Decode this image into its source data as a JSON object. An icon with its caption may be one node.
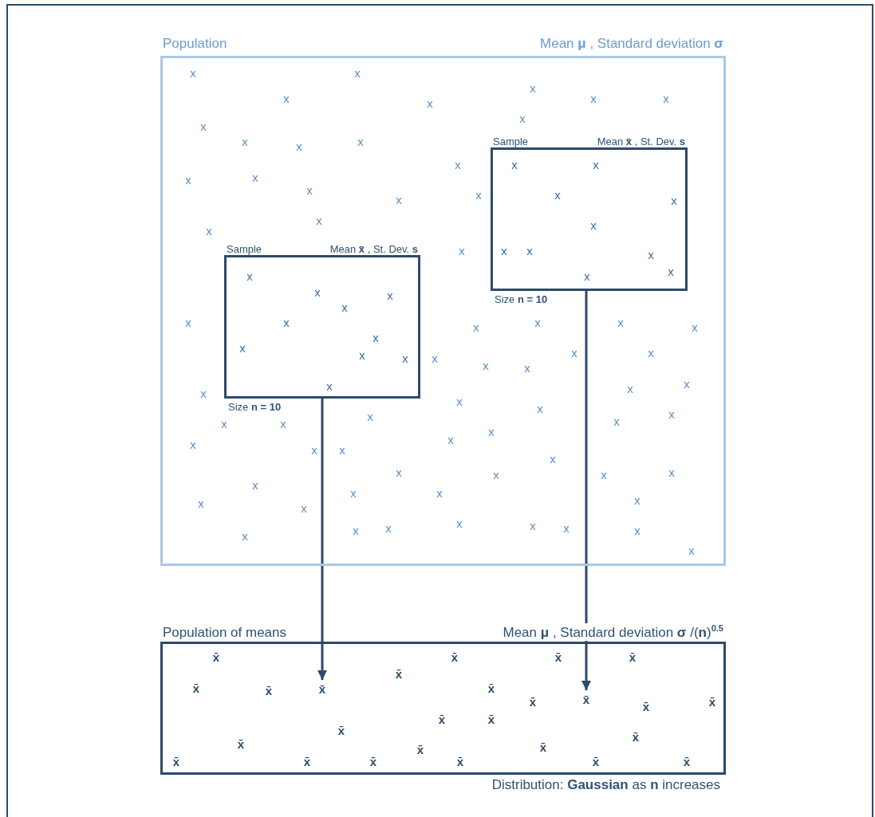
{
  "diagram": {
    "nodes": [
      {
        "text": [
          "Population",
          "Mean **μ** , Standard deviation **σ**",
          "x",
          "x",
          "x",
          "x",
          "x",
          "x",
          "x",
          "x",
          "x",
          "x",
          "x",
          "x",
          "x",
          "x",
          "x",
          "x",
          "x",
          "x",
          "x",
          "x",
          "x",
          "x",
          "x",
          "x",
          "x",
          "x",
          "x",
          "x",
          "x",
          "x",
          "x",
          "x",
          "x",
          "x",
          "x",
          "x",
          "x",
          "x",
          "x",
          "x",
          "x",
          "x",
          "x",
          "x",
          "x",
          "x",
          "x",
          "x",
          "x",
          "x",
          "x",
          "x",
          "x",
          "x",
          "x",
          "x",
          "x",
          "x",
          "x",
          "x",
          "x",
          "x",
          "x",
          "x",
          "x"
        ]
      },
      {
        "text": [
          "Sample",
          "Mean **x̄** , St. Dev. **s**",
          "x",
          "x",
          "x",
          "x",
          "x",
          "x",
          "x",
          "x",
          "x",
          "x"
        ],
        "in": 0,
        "beside": [
          "Size **n = 10**"
        ]
      },
      {
        "text": [
          "Sample",
          "Mean **x̄** , St. Dev. **s**",
          "x",
          "x",
          "x",
          "x",
          "x",
          "x",
          "x",
          "x",
          "x",
          "x"
        ],
        "in": 0,
        "beside": [
          "Size **n = 10**"
        ]
      },
      {
        "text": [
          "Population of means",
          "Mean **μ** , Standard deviation **σ** /(**n**)$^{0.5}$",
          "x̄",
          "x̄",
          "x̄",
          "x̄",
          "x̄",
          "x̄",
          "x̄",
          "x̄",
          "x̄",
          "x̄",
          "x̄",
          "x̄",
          "x̄",
          "x̄",
          "x̄",
          "x̄",
          "x̄",
          "x̄",
          "x̄",
          "x̄",
          "x̄",
          "x̄",
          "x̄",
          "x̄"
        ],
        "beside": [
          "Distribution: **Gaussian** as **n** increases"
        ]
      },
      {
        "text": [
          "x̄"
        ],
        "in": 3
      },
      {
        "text": [
          "x̄"
        ],
        "in": 3
      }
    ],
    "edges": [
      {
        "from": 1,
        "to": 5,
        "arrow": "to"
      },
      {
        "from": 2,
        "to": 4,
        "arrow": "to"
      }
    ]
  }
}
